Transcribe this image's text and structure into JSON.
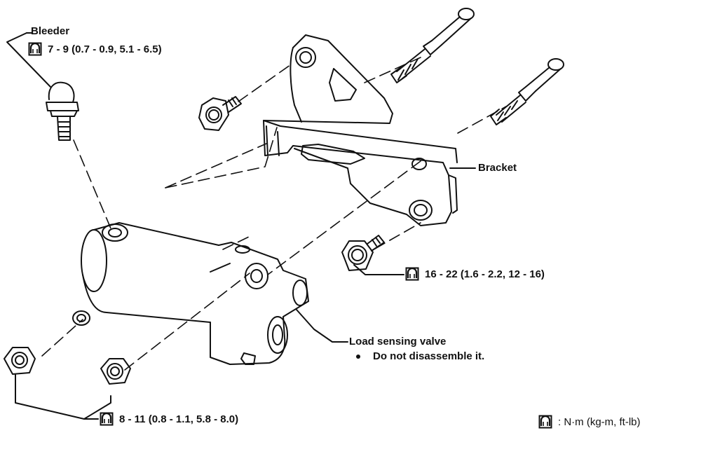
{
  "labels": {
    "bleeder": "Bleeder",
    "bleeder_torque": "7 - 9 (0.7 - 0.9, 5.1 - 6.5)",
    "bracket": "Bracket",
    "bracket_bolt_torque": "16 - 22 (1.6 - 2.2, 12 - 16)",
    "valve": "Load sensing valve",
    "valve_note": "Do not disassemble it.",
    "nut_torque": "8 - 11 (0.8 - 1.1, 5.8 - 8.0)",
    "legend_units": ":  N·m (kg-m, ft-lb)"
  },
  "icons": {
    "torque": "torque-wrench-icon"
  },
  "colors": {
    "ink": "#111111",
    "paper": "#ffffff"
  }
}
